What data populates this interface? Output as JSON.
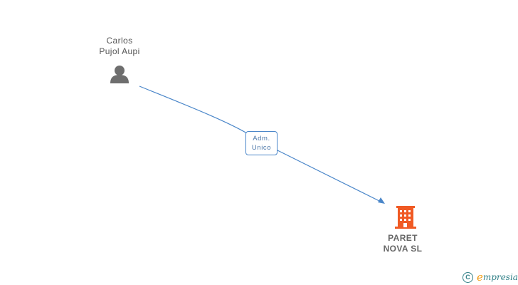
{
  "person": {
    "name_line1": "Carlos",
    "name_line2": "Pujol Aupi",
    "icon": "person-icon",
    "color": "#6e6e6e"
  },
  "relation": {
    "line1": "Adm.",
    "line2": "Unico",
    "color": "#4a86c9"
  },
  "company": {
    "name_line1": "PARET",
    "name_line2": "NOVA SL",
    "icon": "building-icon",
    "color": "#f05a24"
  },
  "watermark": {
    "symbol": "C",
    "brand_first": "e",
    "brand_rest": "mpresia"
  }
}
